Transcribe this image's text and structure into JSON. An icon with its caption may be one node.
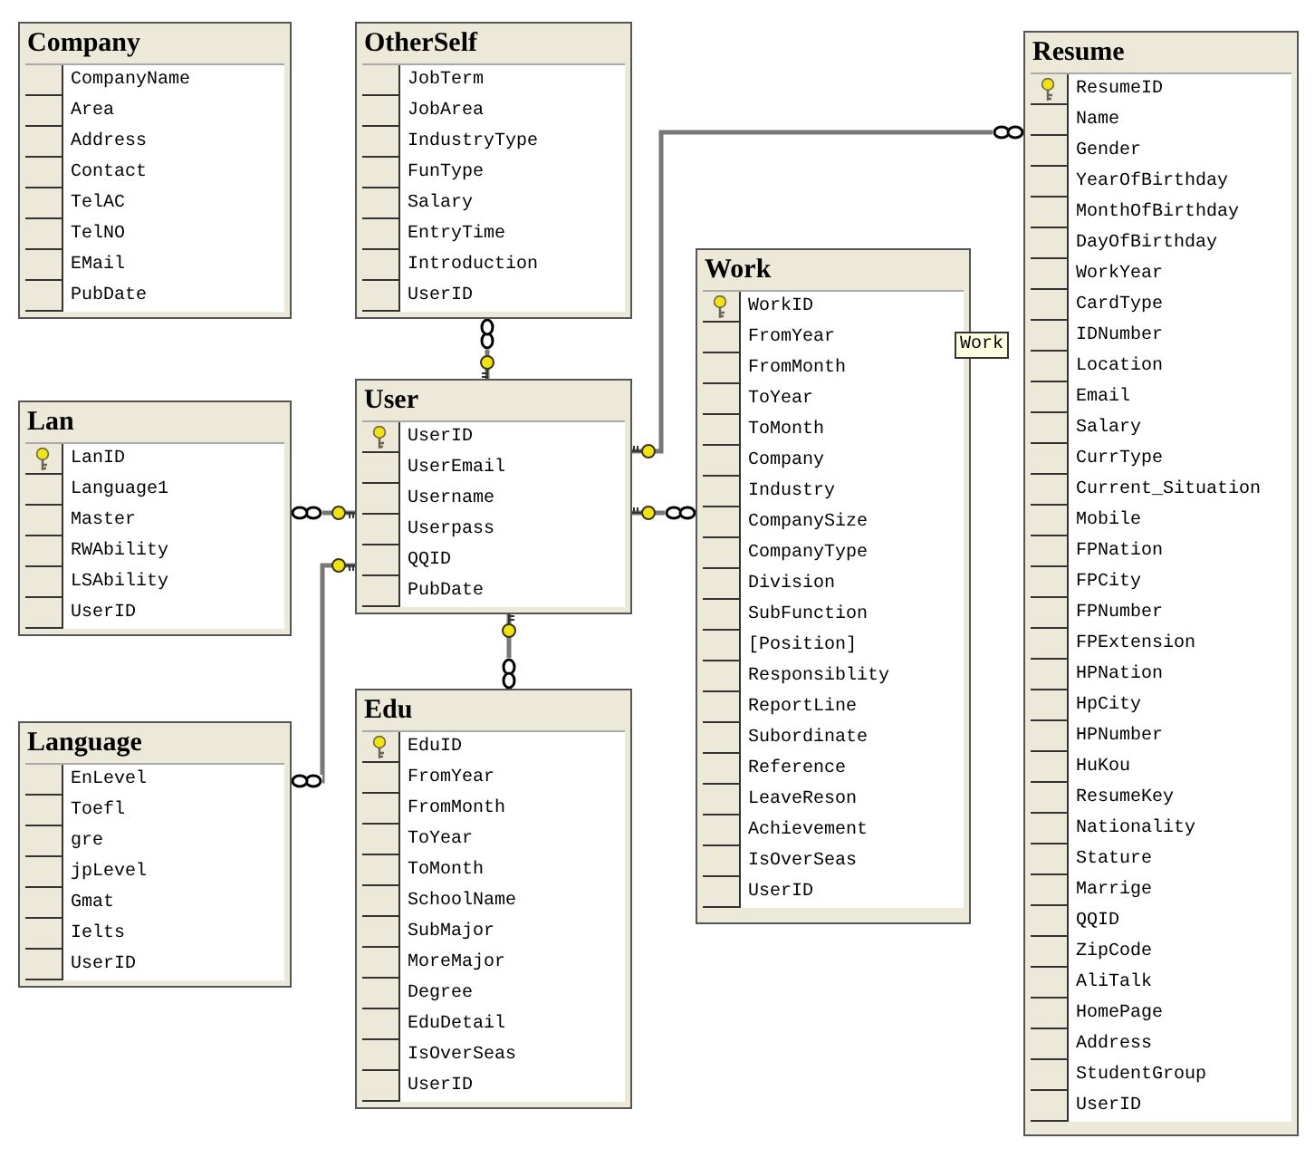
{
  "diagram": {
    "nodes": [
      {
        "text": [
          "Company",
          "CompanyName",
          "Area",
          "Address",
          "Contact",
          "TelAC",
          "TelNO",
          "EMail",
          "PubDate"
        ]
      },
      {
        "text": [
          "OtherSelf",
          "JobTerm",
          "JobArea",
          "IndustryType",
          "FunType",
          "Salary",
          "EntryTime",
          "Introduction",
          "UserID"
        ]
      },
      {
        "text": [
          "Resume",
          "ResumeID",
          "Name",
          "Gender",
          "YearOfBirthday",
          "MonthOfBirthday",
          "DayOfBirthday",
          "WorkYear",
          "CardType",
          "IDNumber",
          "Location",
          "Email",
          "Salary",
          "CurrType",
          "Current_Situation",
          "Mobile",
          "FPNation",
          "FPCity",
          "FPNumber",
          "FPExtension",
          "HPNation",
          "HpCity",
          "HPNumber",
          "HuKou",
          "ResumeKey",
          "Nationality",
          "Stature",
          "Marrige",
          "QQID",
          "ZipCode",
          "AliTalk",
          "HomePage",
          "Address",
          "StudentGroup",
          "UserID"
        ]
      },
      {
        "text": [
          "Work",
          "WorkID",
          "FromYear",
          "FromMonth",
          "ToYear",
          "ToMonth",
          "Company",
          "Industry",
          "CompanySize",
          "CompanyType",
          "Division",
          "SubFunction",
          "[Position]",
          "Responsiblity",
          "ReportLine",
          "Subordinate",
          "Reference",
          "LeaveReson",
          "Achievement",
          "IsOverSeas",
          "UserID"
        ]
      },
      {
        "text": [
          "Lan",
          "LanID",
          "Language1",
          "Master",
          "RWAbility",
          "LSAbility",
          "UserID"
        ]
      },
      {
        "text": [
          "User",
          "UserID",
          "UserEmail",
          "Username",
          "Userpass",
          "QQID",
          "PubDate"
        ]
      },
      {
        "text": [
          "Language",
          "EnLevel",
          "Toefl",
          "gre",
          "jpLevel",
          "Gmat",
          "Ielts",
          "UserID"
        ]
      },
      {
        "text": [
          "Edu",
          "EduID",
          "FromYear",
          "FromMonth",
          "ToYear",
          "ToMonth",
          "SchoolName",
          "SubMajor",
          "MoreMajor",
          "Degree",
          "EduDetail",
          "IsOverSeas",
          "UserID"
        ]
      }
    ],
    "edges": [
      {
        "from": 5,
        "to": 1,
        "arrow": "other"
      },
      {
        "from": 5,
        "to": 4,
        "arrow": "other"
      },
      {
        "from": 5,
        "to": 6,
        "arrow": "other"
      },
      {
        "from": 5,
        "to": 7,
        "arrow": "other"
      },
      {
        "from": 5,
        "to": 3,
        "arrow": "other"
      },
      {
        "from": 5,
        "to": 2,
        "arrow": "other"
      }
    ],
    "labels": [
      "Work"
    ]
  }
}
